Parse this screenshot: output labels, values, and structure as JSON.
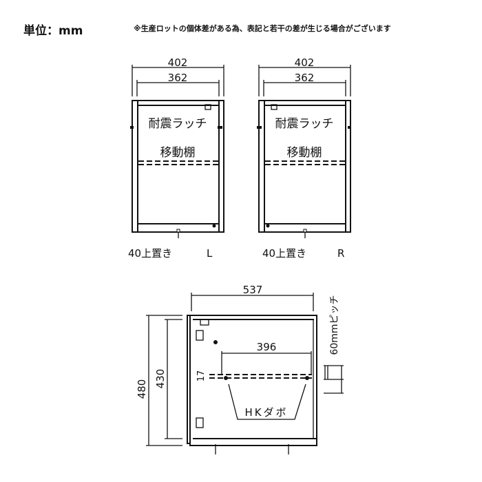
{
  "header": {
    "unit_label": "単位：mm",
    "note": "※生産ロットの個体差がある為、表記と若干の差が生じる場合がございます"
  },
  "front_views": [
    {
      "outer_width": "402",
      "inner_width": "362",
      "latch_label": "耐震ラッチ",
      "shelf_label": "移動棚",
      "caption": "40上置き",
      "side": "L"
    },
    {
      "outer_width": "402",
      "inner_width": "362",
      "latch_label": "耐震ラッチ",
      "shelf_label": "移動棚",
      "caption": "40上置き",
      "side": "R"
    }
  ],
  "side_view": {
    "depth": "537",
    "height_outer": "480",
    "height_inner": "430",
    "shelf_depth": "396",
    "shelf_thickness": "17",
    "pitch_label": "60mmピッチ",
    "dowel_label": "HKダボ"
  }
}
